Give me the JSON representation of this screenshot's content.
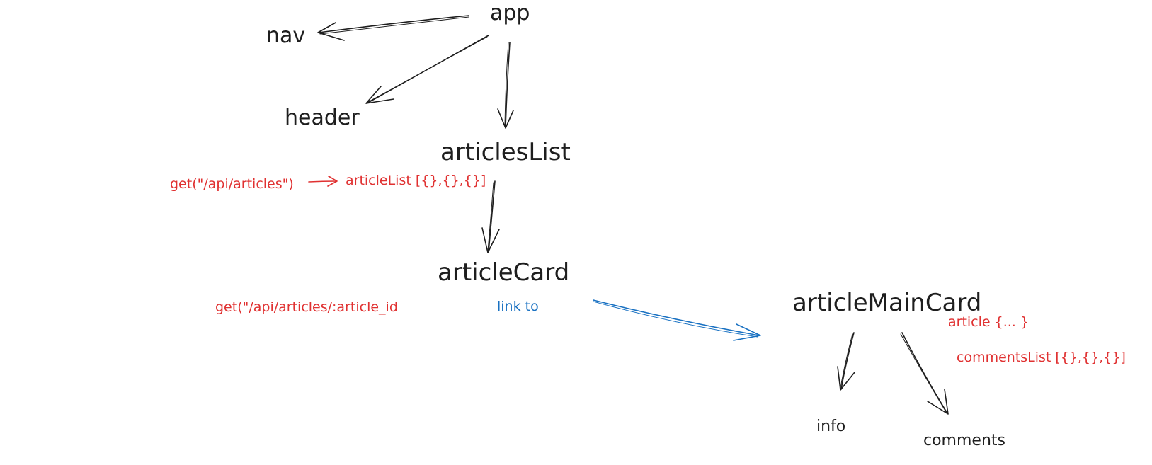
{
  "nodes": {
    "app": "app",
    "nav": "nav",
    "header": "header",
    "articles_list": "articlesList",
    "article_card": "articleCard",
    "article_main_card": "articleMainCard",
    "info": "info",
    "comments": "comments"
  },
  "annotations": {
    "get_articles": "get(\"/api/articles\")",
    "article_list_data": "articleList [{},{},{}]",
    "get_article_by_id": "get(\"/api/articles/:article_id",
    "link_to": "link to",
    "article_data": "article {... }",
    "comments_list_data": "commentsList [{},{},{}]"
  },
  "colors": {
    "node_text": "#1e1e1e",
    "annotation": "#e03131",
    "link": "#1971c2",
    "background": "#ffffff"
  }
}
